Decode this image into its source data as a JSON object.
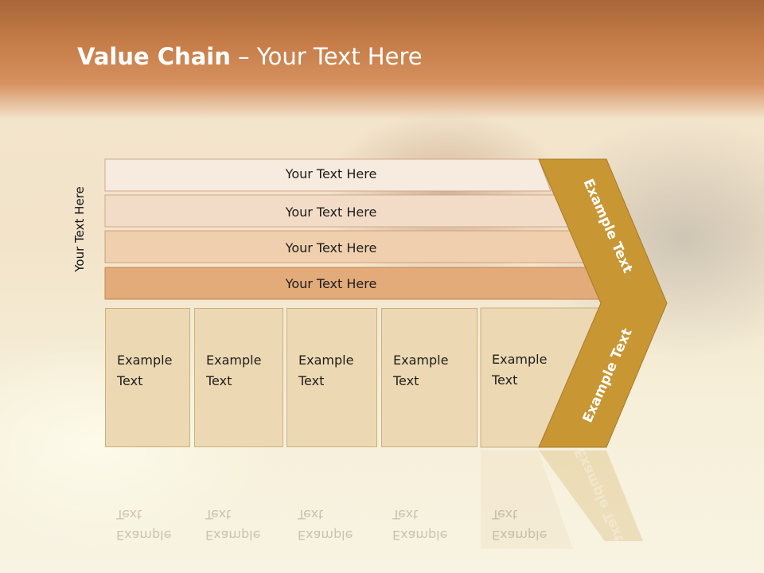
{
  "slide": {
    "title_bold": "Value Chain",
    "title_rest": " – Your Text Here",
    "side_label": "Your Text Here",
    "bars": [
      "Your Text Here",
      "Your Text Here",
      "Your Text Here",
      "Your Text Here"
    ],
    "boxes": [
      "Example\nText",
      "Example\nText",
      "Example\nText",
      "Example\nText",
      "Example\nText"
    ],
    "chevron_top": "Example Text",
    "chevron_bottom": "Example Text"
  },
  "colors": {
    "header": "#c57c47",
    "bar_1": "#f7eadf",
    "bar_2": "#f3dcc7",
    "bar_3": "#efcfae",
    "bar_4": "#e3aa7a",
    "box_fill": "#ecd9b3",
    "chevron": "#c99634"
  }
}
